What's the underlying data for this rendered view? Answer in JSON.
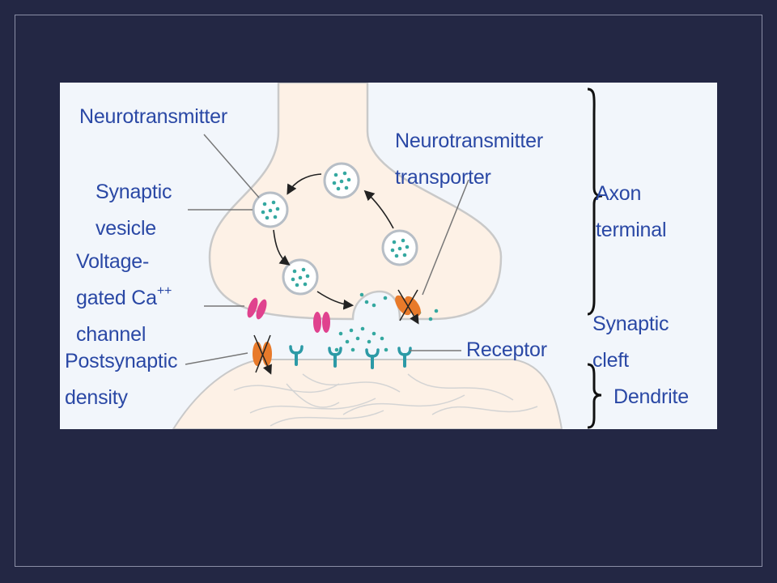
{
  "colors": {
    "background": "#232744",
    "panel": "#f2f6fb",
    "cell": "#fdf1e6",
    "label": "#2a48a5",
    "vesicle_dots": "#34a8a0",
    "ca_channel": "#e0428e",
    "transporter": "#e87a2a",
    "receptor": "#2c9aa6"
  },
  "labels": {
    "neurotransmitter": "Neurotransmitter",
    "synaptic_vesicle": [
      "Synaptic",
      "vesicle"
    ],
    "ca_channel": [
      "Voltage-",
      "gated Ca",
      "++",
      "channel"
    ],
    "postsynaptic_density": [
      "Postsynaptic",
      "density"
    ],
    "transporter": [
      "Neurotransmitter",
      "transporter"
    ],
    "axon_terminal": [
      "Axon",
      "terminal"
    ],
    "synaptic_cleft": [
      "Synaptic",
      "cleft"
    ],
    "dendrite": "Dendrite",
    "receptor": "Receptor"
  }
}
